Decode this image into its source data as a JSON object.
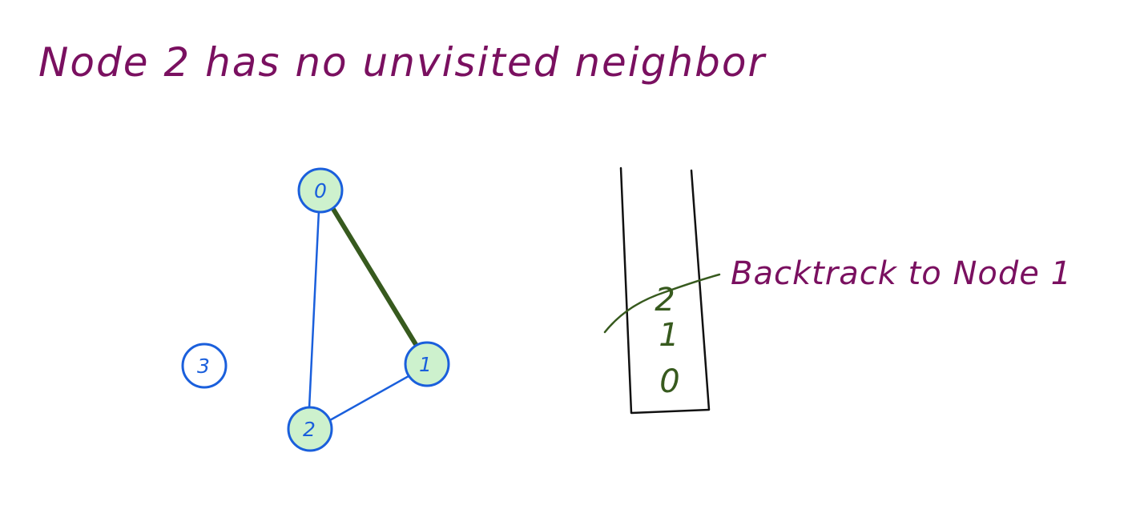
{
  "heading": "Node 2 has no unvisited neighbor",
  "annotation": "Backtrack to Node 1",
  "graph": {
    "nodes": [
      {
        "id": "0",
        "label": "0",
        "visited": true
      },
      {
        "id": "1",
        "label": "1",
        "visited": true
      },
      {
        "id": "2",
        "label": "2",
        "visited": true
      },
      {
        "id": "3",
        "label": "3",
        "visited": false
      }
    ],
    "edges": [
      {
        "from": "0",
        "to": "1",
        "traversed": true
      },
      {
        "from": "0",
        "to": "2",
        "traversed": false
      },
      {
        "from": "1",
        "to": "2",
        "traversed": false
      }
    ]
  },
  "stack": {
    "items": [
      {
        "label": "2",
        "popped": true
      },
      {
        "label": "1",
        "popped": false
      },
      {
        "label": "0",
        "popped": false
      }
    ]
  },
  "colors": {
    "heading_text": "#7a1060",
    "node_stroke": "#1a5fdc",
    "node_fill_visited": "#cdf1cd",
    "node_fill_unvisited": "#ffffff",
    "edge_default": "#1a5fdc",
    "edge_traversed": "#375a1e",
    "stack_outline": "#111111",
    "stack_items": "#375a1e",
    "strike_line": "#375a1e"
  }
}
